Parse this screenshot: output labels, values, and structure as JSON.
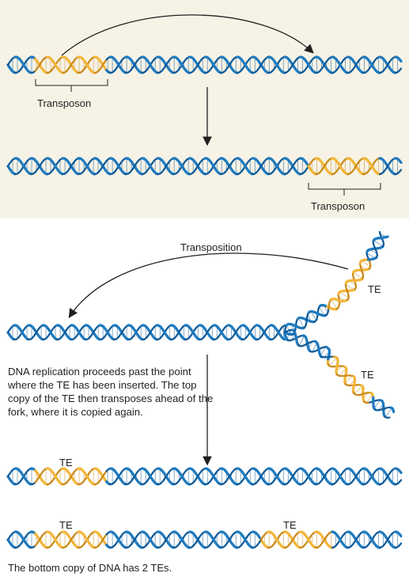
{
  "top": {
    "transposon_label_1": "Transposon",
    "transposon_label_2": "Transposon"
  },
  "bottom": {
    "transposition_label": "Transposition",
    "te_fork_top": "TE",
    "te_fork_bottom": "TE",
    "description": "DNA replication proceeds past the point where the TE has been inserted. The top copy of the TE then transposes ahead of the fork, where it is copied again.",
    "te_product_1": "TE",
    "te_product_2a": "TE",
    "te_product_2b": "TE",
    "footer": "The bottom copy of DNA has 2 TEs."
  },
  "colors": {
    "dna_blue": "#1f7bbf",
    "dna_blue_dark": "#0e5a98",
    "transposon_gold": "#f2b63a",
    "transposon_gold_dark": "#c98a1a",
    "panel_top_bg": "#f6f2e6",
    "arrow": "#231f20"
  }
}
